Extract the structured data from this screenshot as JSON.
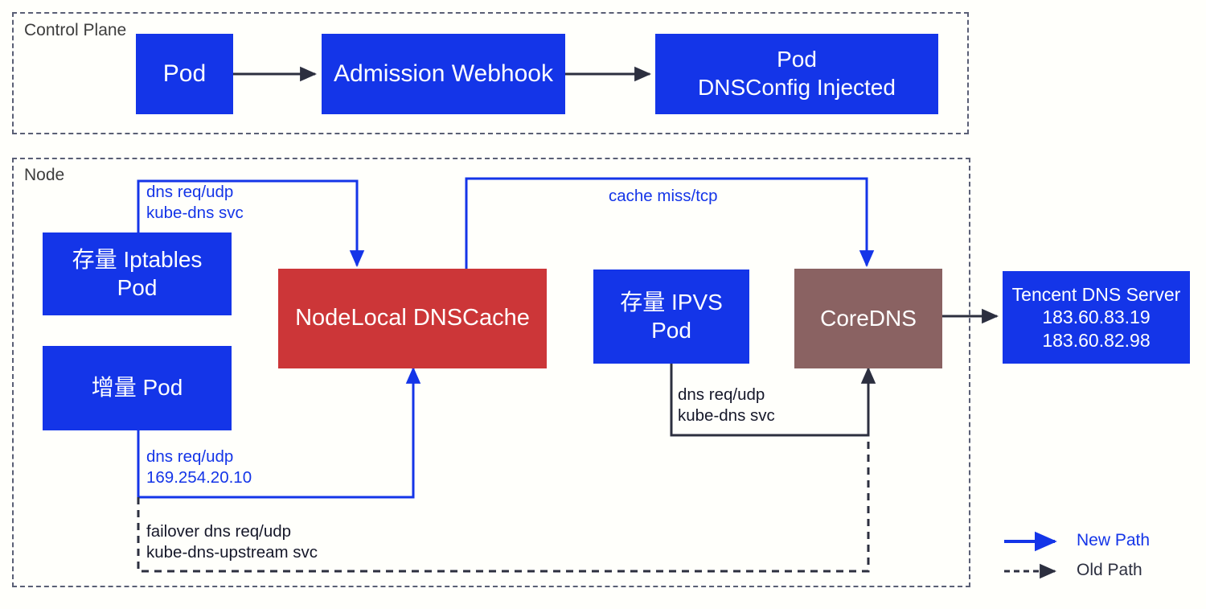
{
  "diagram": {
    "groups": [
      {
        "id": "control-plane",
        "label": "Control Plane"
      },
      {
        "id": "node",
        "label": "Node"
      }
    ],
    "nodes": [
      {
        "id": "pod",
        "lines": [
          "Pod"
        ],
        "color": "#1435e8"
      },
      {
        "id": "admission-webhook",
        "lines": [
          "Admission Webhook"
        ],
        "color": "#1435e8"
      },
      {
        "id": "pod-dnsconfig-injected",
        "lines": [
          "Pod",
          "DNSConfig Injected"
        ],
        "color": "#1435e8"
      },
      {
        "id": "legacy-iptables-pod",
        "lines": [
          "存量 Iptables",
          "Pod"
        ],
        "color": "#1435e8"
      },
      {
        "id": "new-pod",
        "lines": [
          "增量 Pod"
        ],
        "color": "#1435e8"
      },
      {
        "id": "nodelocal-dnscache",
        "lines": [
          "NodeLocal DNSCache"
        ],
        "color": "#cc3638"
      },
      {
        "id": "legacy-ipvs-pod",
        "lines": [
          "存量 IPVS",
          "Pod"
        ],
        "color": "#1435e8"
      },
      {
        "id": "coredns",
        "lines": [
          "CoreDNS"
        ],
        "color": "#8a6262"
      },
      {
        "id": "tencent-dns-server",
        "lines": [
          "Tencent DNS Server",
          "183.60.83.19",
          "183.60.82.98"
        ],
        "color": "#1435e8"
      }
    ],
    "edge_labels": [
      {
        "id": "iptables-to-dnscache",
        "lines": [
          "dns req/udp",
          "kube-dns svc"
        ],
        "color": "#1435e8"
      },
      {
        "id": "cache-miss",
        "lines": [
          "cache miss/tcp"
        ],
        "color": "#1435e8"
      },
      {
        "id": "newpod-to-dnscache",
        "lines": [
          "dns req/udp",
          "169.254.20.10"
        ],
        "color": "#1435e8"
      },
      {
        "id": "failover",
        "lines": [
          "failover dns req/udp",
          "kube-dns-upstream svc"
        ],
        "color": "#16182a"
      },
      {
        "id": "ipvs-to-coredns",
        "lines": [
          "dns req/udp",
          "kube-dns svc"
        ],
        "color": "#16182a"
      }
    ],
    "legend": {
      "items": [
        {
          "id": "new-path",
          "label": "New Path",
          "color": "#1435e8"
        },
        {
          "id": "old-path",
          "label": "Old Path",
          "color": "#2c2f3f"
        }
      ]
    },
    "colors": {
      "blue": "#1435e8",
      "red": "#cc3638",
      "brown": "#8a6262",
      "dark": "#2c2f3f",
      "background": "#fffffb",
      "group_border": "#5a5f75"
    }
  }
}
